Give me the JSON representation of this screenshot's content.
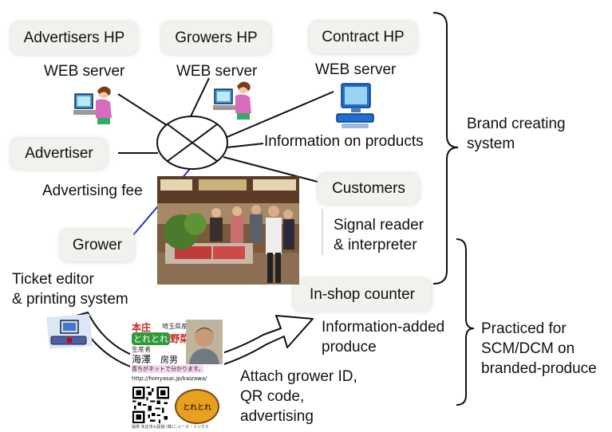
{
  "boxes": {
    "advertisers_hp": "Advertisers HP",
    "growers_hp": "Growers HP",
    "contract_hp": "Contract HP",
    "advertiser": "Advertiser",
    "customers": "Customers",
    "grower": "Grower",
    "in_shop_counter": "In-shop counter"
  },
  "labels": {
    "web_server_1": "WEB server",
    "web_server_2": "WEB server",
    "web_server_3": "WEB server",
    "information_on_products": "Information on products",
    "advertising_fee": "Advertising fee",
    "signal_reader_line1": "Signal reader",
    "signal_reader_line2": "& interpreter",
    "ticket_editor_line1": "Ticket editor",
    "ticket_editor_line2": "& printing system",
    "information_added_line1": "Information-added",
    "information_added_line2": "produce",
    "attach_line1": "Attach grower ID,",
    "attach_line2": "QR code,",
    "attach_line3": "advertising"
  },
  "brackets": {
    "brand_creating_line1": "Brand creating",
    "brand_creating_line2": "system",
    "practiced_line1": "Practiced for",
    "practiced_line2": "SCM/DCM on",
    "practiced_line3": "branded-produce"
  },
  "ticket": {
    "place": "本庄",
    "origin": "埼玉県産",
    "brand_a": "とれとれ",
    "brand_b": "野菜",
    "producer_label": "生産者",
    "producer_name_1": "海澤",
    "producer_name_2": "房男",
    "tagline": "青ちがネットで分かります。",
    "url": "http://honyasai.jp/kaizawa/",
    "stamp": "とれとれ",
    "footer": "提供 本庄市公民館 (株)ニュース・リンクス"
  },
  "colors": {
    "box_background": "#f1f2ee",
    "link_line_dark": "#111111",
    "link_line_blue": "#2233bb",
    "ticket_green": "#2e9a3a",
    "ticket_red": "#cc2222",
    "stamp_orange": "#e8a020"
  }
}
